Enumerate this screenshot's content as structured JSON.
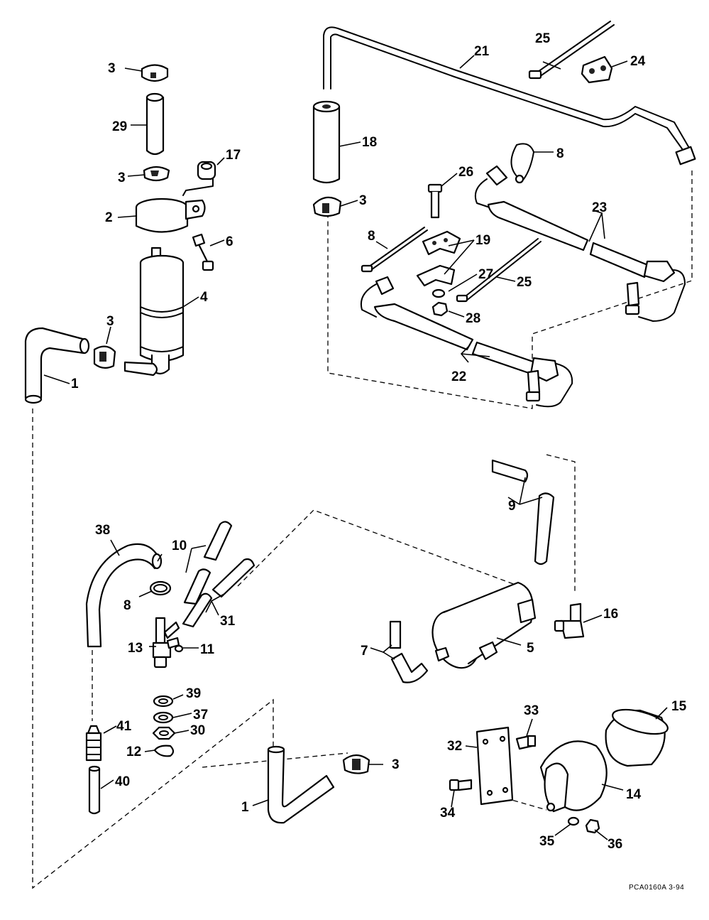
{
  "callouts": [
    {
      "id": "c1a",
      "label": "1"
    },
    {
      "id": "c1b",
      "label": "1"
    },
    {
      "id": "c2",
      "label": "2"
    },
    {
      "id": "c3a",
      "label": "3"
    },
    {
      "id": "c3b",
      "label": "3"
    },
    {
      "id": "c3c",
      "label": "3"
    },
    {
      "id": "c3d",
      "label": "3"
    },
    {
      "id": "c3e",
      "label": "3"
    },
    {
      "id": "c4",
      "label": "4"
    },
    {
      "id": "c5",
      "label": "5"
    },
    {
      "id": "c6",
      "label": "6"
    },
    {
      "id": "c7",
      "label": "7"
    },
    {
      "id": "c8a",
      "label": "8"
    },
    {
      "id": "c8b",
      "label": "8"
    },
    {
      "id": "c8c",
      "label": "8"
    },
    {
      "id": "c9",
      "label": "9"
    },
    {
      "id": "c10",
      "label": "10"
    },
    {
      "id": "c11",
      "label": "11"
    },
    {
      "id": "c12",
      "label": "12"
    },
    {
      "id": "c13",
      "label": "13"
    },
    {
      "id": "c14",
      "label": "14"
    },
    {
      "id": "c15",
      "label": "15"
    },
    {
      "id": "c16",
      "label": "16"
    },
    {
      "id": "c17",
      "label": "17"
    },
    {
      "id": "c18",
      "label": "18"
    },
    {
      "id": "c19",
      "label": "19"
    },
    {
      "id": "c21",
      "label": "21"
    },
    {
      "id": "c22",
      "label": "22"
    },
    {
      "id": "c23",
      "label": "23"
    },
    {
      "id": "c24",
      "label": "24"
    },
    {
      "id": "c25a",
      "label": "25"
    },
    {
      "id": "c25b",
      "label": "25"
    },
    {
      "id": "c26",
      "label": "26"
    },
    {
      "id": "c27",
      "label": "27"
    },
    {
      "id": "c28",
      "label": "28"
    },
    {
      "id": "c29",
      "label": "29"
    },
    {
      "id": "c30",
      "label": "30"
    },
    {
      "id": "c31",
      "label": "31"
    },
    {
      "id": "c32",
      "label": "32"
    },
    {
      "id": "c33",
      "label": "33"
    },
    {
      "id": "c34",
      "label": "34"
    },
    {
      "id": "c35",
      "label": "35"
    },
    {
      "id": "c36",
      "label": "36"
    },
    {
      "id": "c37",
      "label": "37"
    },
    {
      "id": "c38",
      "label": "38"
    },
    {
      "id": "c39",
      "label": "39"
    },
    {
      "id": "c40",
      "label": "40"
    },
    {
      "id": "c41",
      "label": "41"
    }
  ],
  "reference_code": "PCA0160A   3-94"
}
